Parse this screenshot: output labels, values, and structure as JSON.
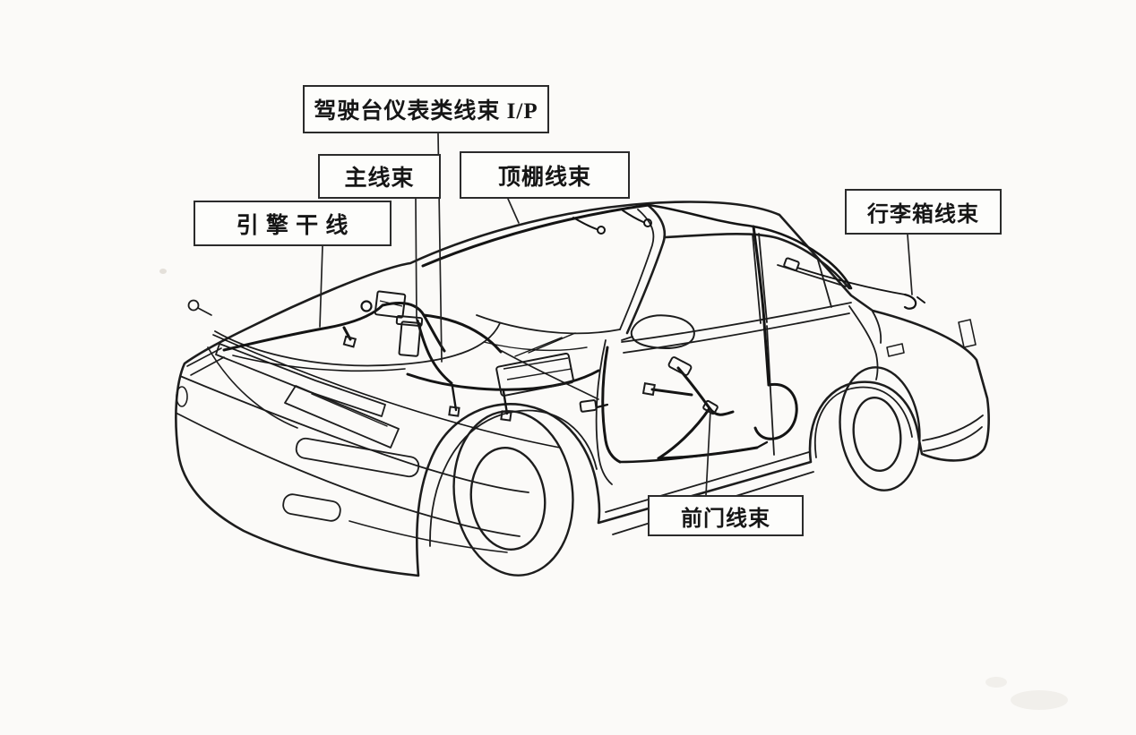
{
  "diagram": {
    "type": "car-wiring-harness-overview",
    "labels": [
      {
        "id": "instrument-panel-harness",
        "text": "驾驶台仪表类线束 I/P"
      },
      {
        "id": "main-harness",
        "text": "主线束"
      },
      {
        "id": "roof-harness",
        "text": "顶棚线束"
      },
      {
        "id": "engine-main-line",
        "text": "引 擎 干 线"
      },
      {
        "id": "trunk-harness",
        "text": "行李箱线束"
      },
      {
        "id": "front-door-harness",
        "text": "前门线束"
      }
    ],
    "colors": {
      "ink": "#1d1d1d",
      "background": "#fbfaf8",
      "box_border": "#2b2b2b",
      "box_fill": "#fdfdfb"
    }
  }
}
